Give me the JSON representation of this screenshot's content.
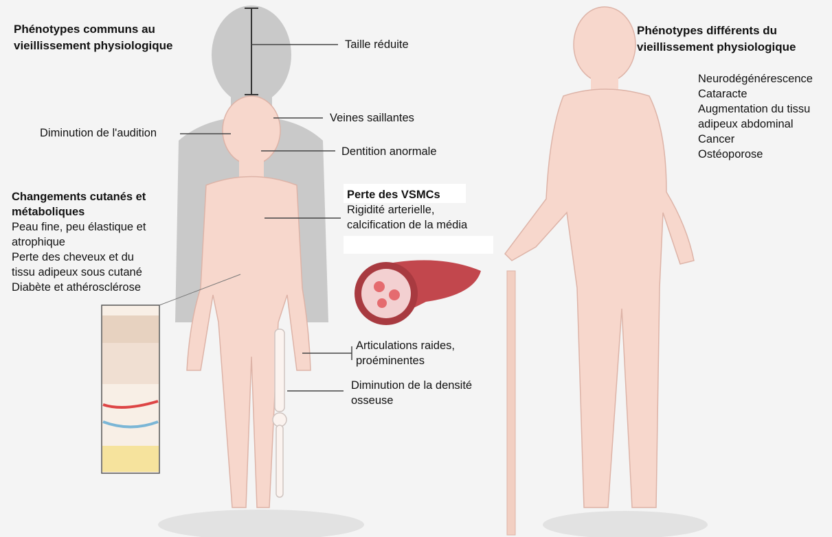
{
  "left": {
    "title_line1": "Phénotypes communs au",
    "title_line2": "vieillissement physiologique",
    "labels": {
      "height": "Taille réduite",
      "veins": "Veines saillantes",
      "hearing": "Diminution de l'audition",
      "teeth": "Dentition anormale",
      "joints_line1": "Articulations raides,",
      "joints_line2": "proéminentes",
      "bone_line1": "Diminution de la densité",
      "bone_line2": "osseuse"
    },
    "skin": {
      "title_line1": "Changements cutanés et",
      "title_line2": "métaboliques",
      "items": [
        "Peau fine, peu élastique et",
        "atrophique",
        "Perte des cheveux et du",
        "tissu adipeux sous cutané",
        "Diabète et athérosclérose"
      ]
    },
    "vascular": {
      "title_prefix": "Perte des",
      "title_term": "VSMCs",
      "items": [
        "Rigidité arterielle,",
        "calcification de la média"
      ]
    }
  },
  "right": {
    "title_line1": "Phénotypes différents du",
    "title_line2": "vieillissement physiologique",
    "items": [
      "Neurodégénérescence",
      "Cataracte",
      "Augmentation du tissu",
      "adipeux abdominal",
      "Cancer",
      "Ostéoporose"
    ]
  },
  "colors": {
    "background": "#f4f4f4",
    "skin": "#f7d7cc",
    "skin_outline": "#ddb3a7",
    "shadow_figure": "#c9c9c9",
    "artery": "#c2474d",
    "leader_line": "#444444"
  }
}
